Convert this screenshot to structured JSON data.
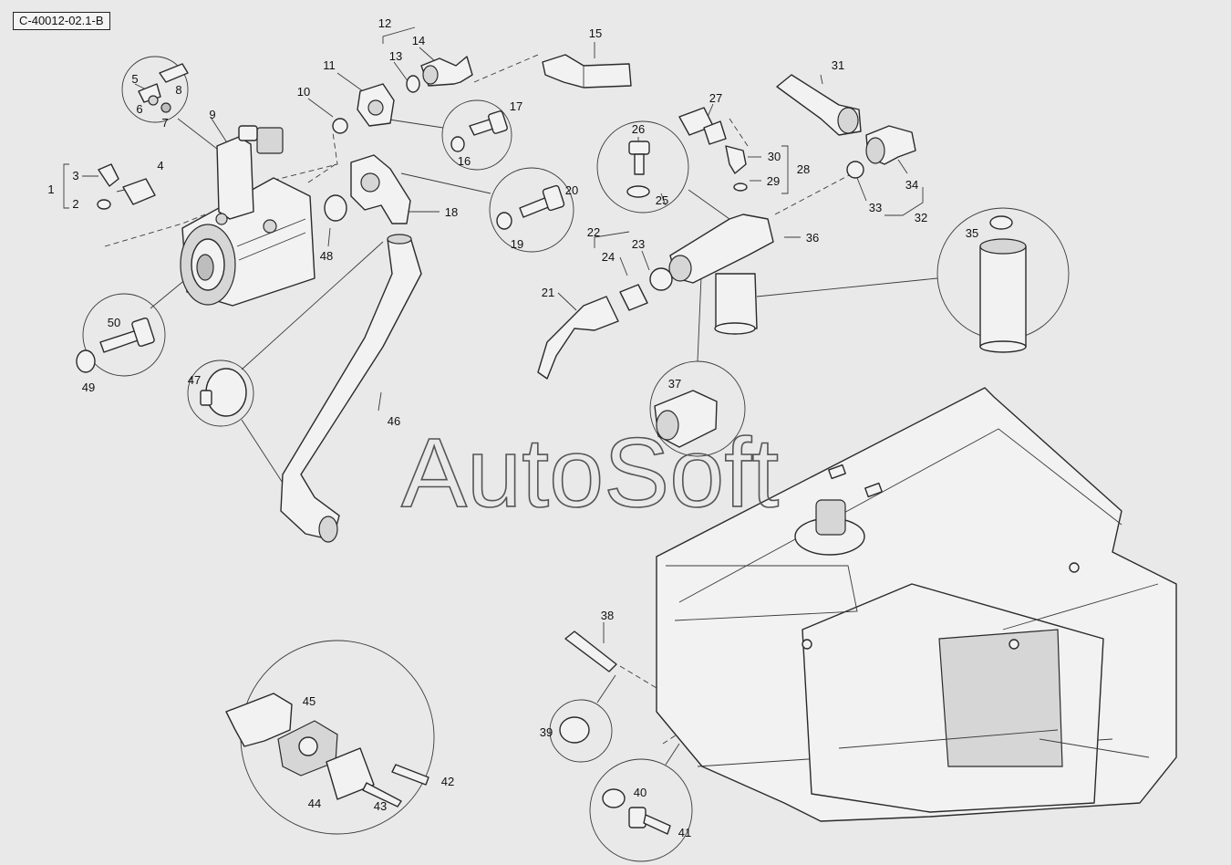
{
  "diagram": {
    "code": "C-40012-02.1-B",
    "watermark": "AutoSoft",
    "callouts": [
      {
        "n": "1"
      },
      {
        "n": "2"
      },
      {
        "n": "3"
      },
      {
        "n": "4"
      },
      {
        "n": "5"
      },
      {
        "n": "6"
      },
      {
        "n": "7"
      },
      {
        "n": "8"
      },
      {
        "n": "9"
      },
      {
        "n": "10"
      },
      {
        "n": "11"
      },
      {
        "n": "12"
      },
      {
        "n": "13"
      },
      {
        "n": "14"
      },
      {
        "n": "15"
      },
      {
        "n": "16"
      },
      {
        "n": "17"
      },
      {
        "n": "18"
      },
      {
        "n": "19"
      },
      {
        "n": "20"
      },
      {
        "n": "21"
      },
      {
        "n": "22"
      },
      {
        "n": "23"
      },
      {
        "n": "24"
      },
      {
        "n": "25"
      },
      {
        "n": "26"
      },
      {
        "n": "27"
      },
      {
        "n": "28"
      },
      {
        "n": "29"
      },
      {
        "n": "30"
      },
      {
        "n": "31"
      },
      {
        "n": "32"
      },
      {
        "n": "33"
      },
      {
        "n": "34"
      },
      {
        "n": "35"
      },
      {
        "n": "36"
      },
      {
        "n": "37"
      },
      {
        "n": "38"
      },
      {
        "n": "39"
      },
      {
        "n": "40"
      },
      {
        "n": "41"
      },
      {
        "n": "42"
      },
      {
        "n": "43"
      },
      {
        "n": "44"
      },
      {
        "n": "45"
      },
      {
        "n": "46"
      },
      {
        "n": "47"
      },
      {
        "n": "48"
      },
      {
        "n": "49"
      },
      {
        "n": "50"
      }
    ]
  }
}
